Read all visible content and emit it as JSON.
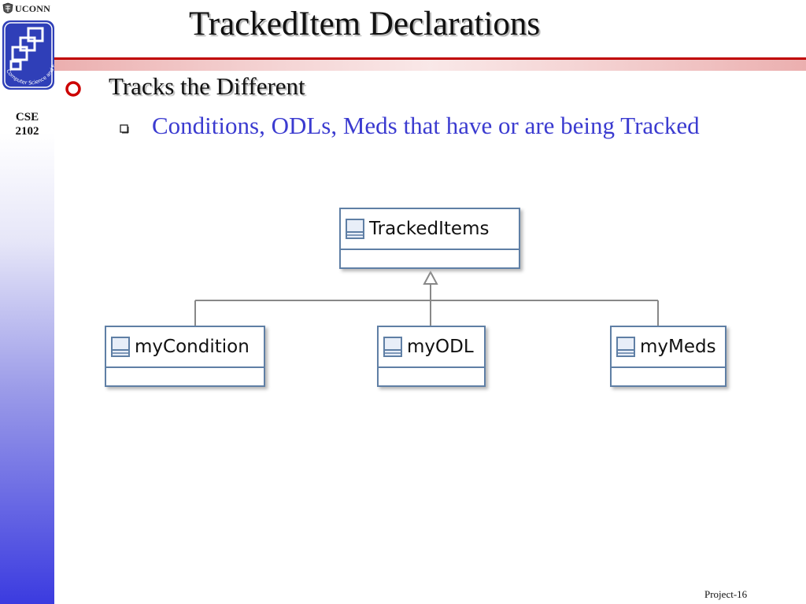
{
  "sidebar": {
    "org": "UCONN",
    "course_line1": "CSE",
    "course_line2": "2102",
    "logo_caption": "Computer Science and Engineering"
  },
  "slide": {
    "title": "TrackedItem Declarations",
    "bullet1": "Tracks the Different",
    "bullet2": "Conditions, ODLs, Meds that have or are being Tracked"
  },
  "diagram": {
    "parent": "TrackedItems",
    "children": [
      "myCondition",
      "myODL",
      "myMeds"
    ]
  },
  "footer": {
    "page": "Project-16"
  },
  "colors": {
    "title_rule": "#c00000",
    "sub_bullet_text": "#3b3bd0",
    "bullet_marker": "#cc0000",
    "uml_border": "#5f7fa5"
  }
}
